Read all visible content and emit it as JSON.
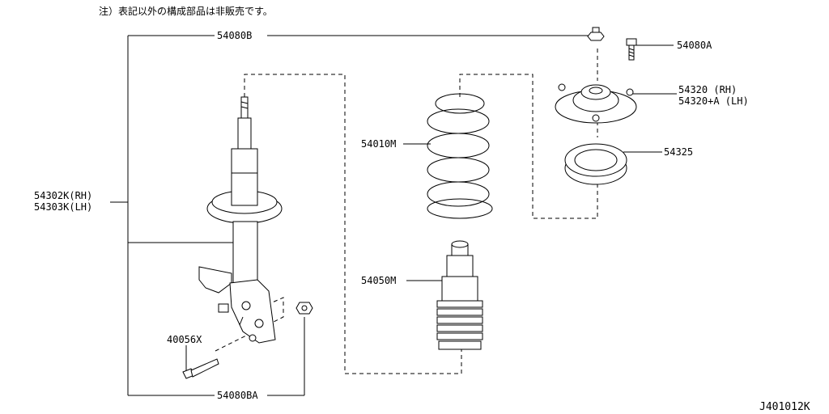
{
  "note": "注）表記以外の構成部品は非販売です。",
  "diagram_code": "J401012K",
  "parts": {
    "p54080B": "54080B",
    "p54080A": "54080A",
    "p54320_rh": "54320 (RH)",
    "p54320_lh": "54320+A (LH)",
    "p54325": "54325",
    "p54010M": "54010M",
    "p54302K": "54302K(RH)",
    "p54303K": "54303K(LH)",
    "p54050M": "54050M",
    "p40056X": "40056X",
    "p54080BA": "54080BA"
  }
}
